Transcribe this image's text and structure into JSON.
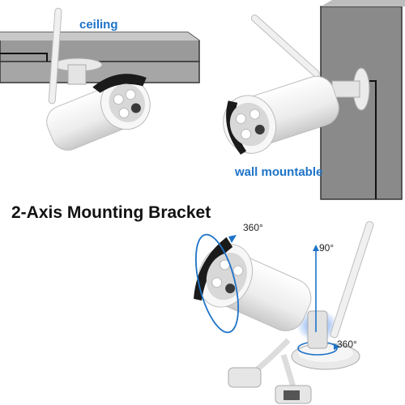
{
  "labels": {
    "ceiling": "ceiling",
    "wall_mountable": "wall mountable",
    "headline": "2-Axis Mounting Bracket",
    "rotation_top": "360°",
    "tilt": "90°",
    "rotation_bottom": "360°"
  },
  "colors": {
    "accent_blue": "#1e73c8",
    "wall_gray": "#8a8a8a",
    "camera_white": "#f4f4f4",
    "visor_black": "#1a1a1a"
  }
}
